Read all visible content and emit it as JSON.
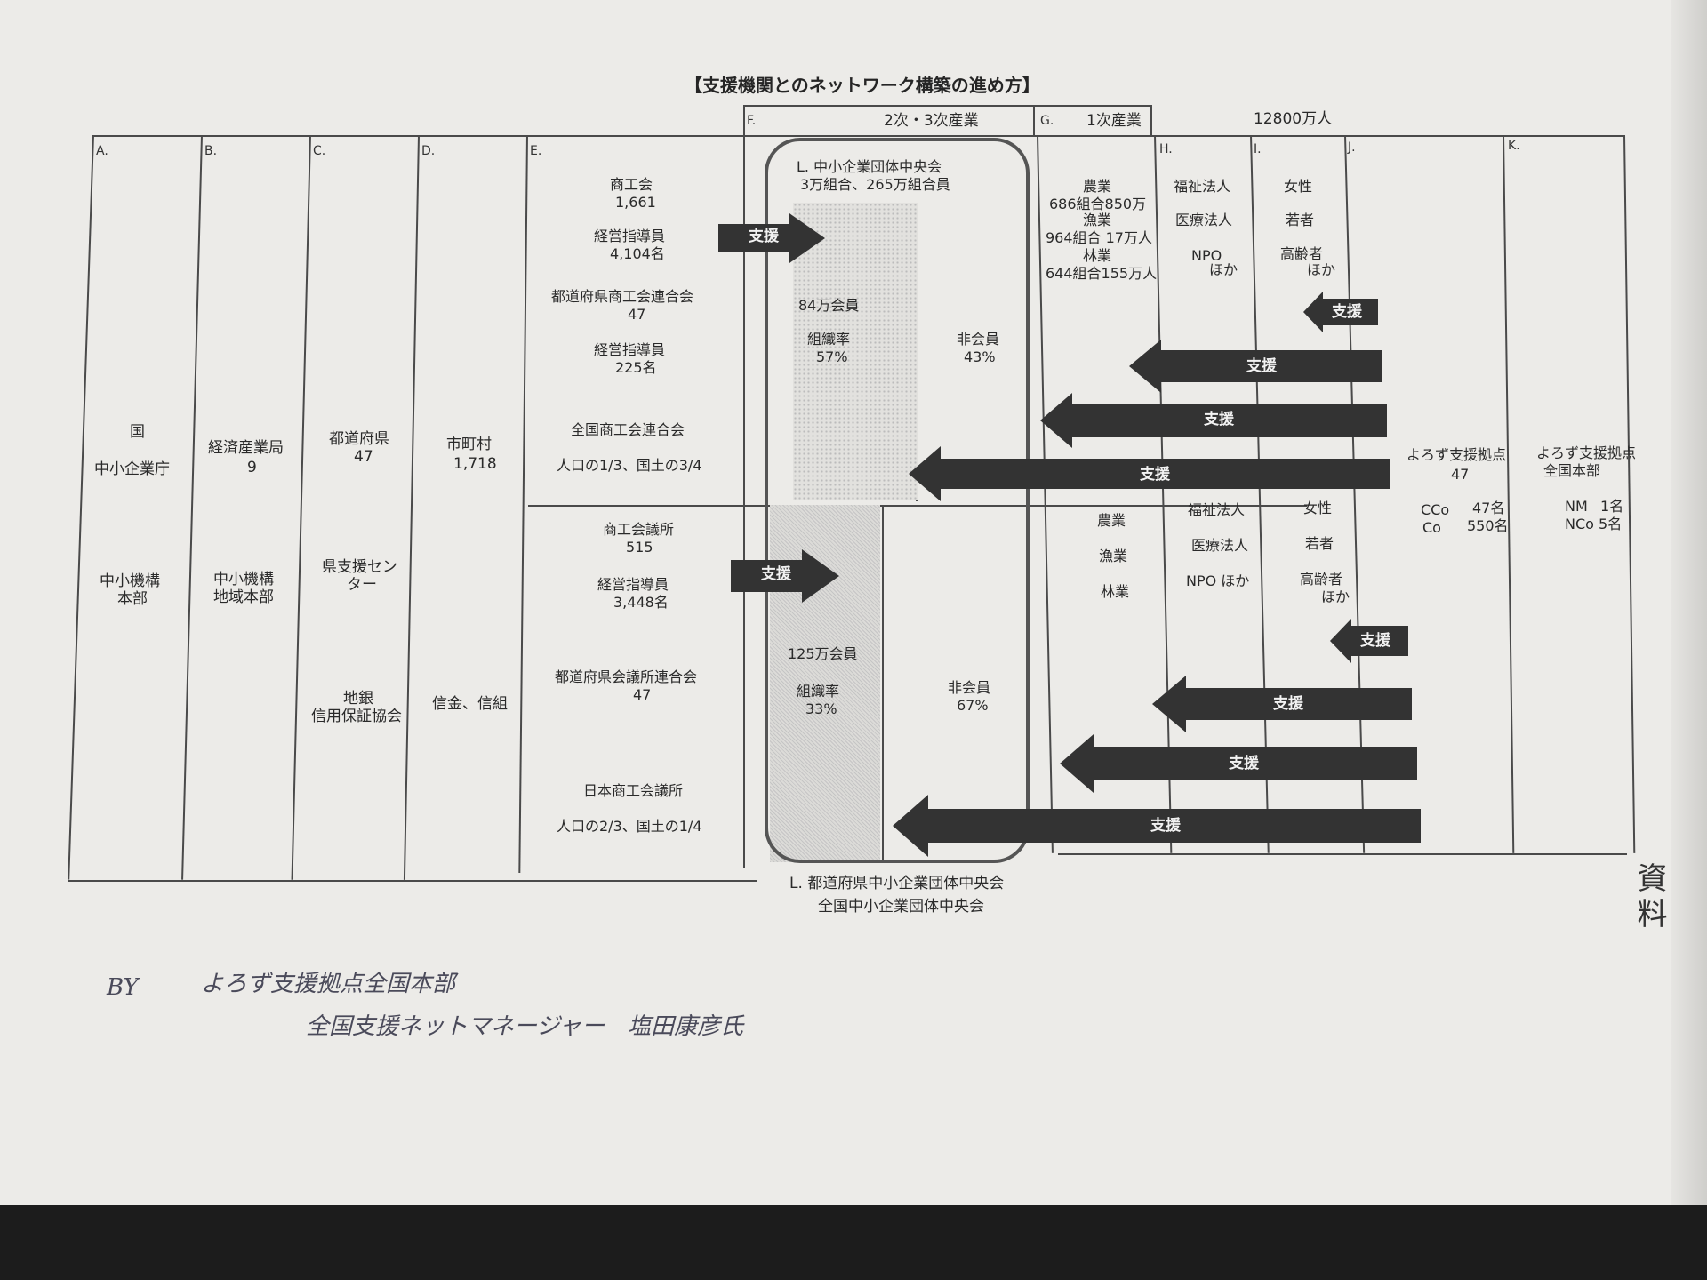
{
  "title": "【支援機関とのネットワーク構築の進め方】",
  "columns": {
    "a": "A.",
    "b": "B.",
    "c": "C.",
    "d": "D.",
    "e": "E.",
    "f": "F.",
    "g": "G.",
    "h": "H.",
    "i": "I.",
    "j": "J.",
    "k": "K."
  },
  "header": {
    "sector_23": "2次・3次産業",
    "sector_1": "1次産業",
    "population": "12800万人"
  },
  "col_a": {
    "line1": "国",
    "line2": "中小企業庁",
    "line3": "中小機構",
    "line4": "本部"
  },
  "col_b": {
    "line1": "経済産業局",
    "line2": "9",
    "line3": "中小機構",
    "line4": "地域本部"
  },
  "col_c": {
    "line1": "都道府県",
    "line2": "47",
    "line3": "県支援セン",
    "line4": "ター",
    "line5": "地銀",
    "line6": "信用保証協会"
  },
  "col_d": {
    "line1": "市町村",
    "line2": "1,718",
    "line3": "信金、信組"
  },
  "col_e_upper": {
    "shokokai": "商工会",
    "shokokai_n": "1,661",
    "shidoin1": "経営指導員",
    "shidoin1_n": "4,104名",
    "pref_rengo": "都道府県商工会連合会",
    "pref_rengo_n": "47",
    "shidoin2": "経営指導員",
    "shidoin2_n": "225名",
    "national": "全国商工会連合会",
    "coverage": "人口の1/3、国土の3/4"
  },
  "col_e_lower": {
    "cci": "商工会議所",
    "cci_n": "515",
    "shidoin": "経営指導員",
    "shidoin_n": "3,448名",
    "pref_rengo": "都道府県会議所連合会",
    "pref_rengo_n": "47",
    "national": "日本商工会議所",
    "coverage": "人口の2/3、国土の1/4"
  },
  "col_f_upper": {
    "org": "L.  中小企業団体中央会",
    "org_sub": "3万組合、265万組合員",
    "members": "84万会員",
    "rate_label": "組織率",
    "rate": "57%",
    "non_label": "非会員",
    "non_rate": "43%"
  },
  "col_f_lower": {
    "members": "125万会員",
    "rate_label": "組織率",
    "rate": "33%",
    "non_label": "非会員",
    "non_rate": "67%"
  },
  "col_g_upper": {
    "l1": "農業",
    "l2": "686組合850万",
    "l3": "漁業",
    "l4": "964組合 17万人",
    "l5": "林業",
    "l6": "644組合155万人"
  },
  "col_g_lower": {
    "l1": "農業",
    "l2": "漁業",
    "l3": "林業"
  },
  "col_h": {
    "l1": "福祉法人",
    "l2": "医療法人",
    "l3": "NPO",
    "l4": "ほか"
  },
  "col_h_lower": {
    "l1": "福祉法人",
    "l2": "医療法人",
    "l3": "NPO  ほか"
  },
  "col_i": {
    "l1": "女性",
    "l2": "若者",
    "l3": "高齢者",
    "l4": "ほか"
  },
  "col_i_lower": {
    "l1": "女性",
    "l2": "若者",
    "l3": "高齢者",
    "l4": "ほか"
  },
  "col_j": {
    "l1": "よろず支援拠点",
    "l2": "47",
    "l3": "CCo",
    "l4": "47名",
    "l5": "Co",
    "l6": "550名"
  },
  "col_k": {
    "l1": "よろず支援拠点",
    "l2": "全国本部",
    "l3": "NM",
    "l4": "1名",
    "l5": "NCo 5名"
  },
  "arrow_label": "支援",
  "footer": {
    "line1": "L.  都道府県中小企業団体中央会",
    "line2": "全国中小企業団体中央会"
  },
  "handwriting": {
    "by": "BY",
    "line1": "よろず支援拠点全国本部",
    "line2": "全国支援ネットマネージャー　塩田康彦氏"
  },
  "stamp": "資料"
}
